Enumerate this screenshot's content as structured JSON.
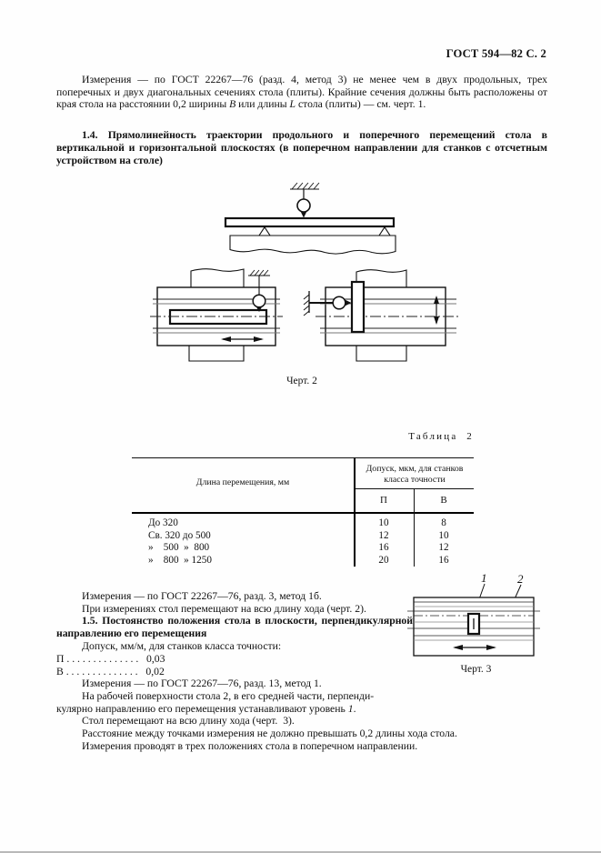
{
  "header": "ГОСТ 594—82 С. 2",
  "para1": {
    "t1": "Измерения — по ГОСТ 22267—76 (разд. 4, метод 3) не менее чем в двух продольных, трех поперечных и двух диагональных сечениях стола (плиты). Крайние сечения должны быть расположены от края стола на расстоянии 0,2 ширины ",
    "b": "В",
    "t2": " или длины ",
    "l": "L",
    "t3": " стола (плиты) — см. черт. 1."
  },
  "para14": "1.4. Прямолинейность траектории продольного и поперечного перемещений стола в вертикальной и горизонтальной плоскостях (в поперечном направлении для станков с отсчетным устройством на столе)",
  "fig2": {
    "caption": "Черт. 2"
  },
  "table2": {
    "label": "Таблица  2",
    "col1_header": "Длина перемещения, мм",
    "grp1": "Допуск, мкм, для станков",
    "grp2": "класса точности",
    "sub_p": "П",
    "sub_v": "В",
    "rows": [
      {
        "range": "До 320",
        "p": "10",
        "v": "8"
      },
      {
        "range": "Св. 320 до 500",
        "p": "12",
        "v": "10"
      },
      {
        "range": "»    500  »  800",
        "p": "16",
        "v": "12"
      },
      {
        "range": "»    800  » 1250",
        "p": "20",
        "v": "16"
      }
    ]
  },
  "sec15": {
    "m1": "Измерения — по ГОСТ 22267—76, разд. 3, метод 1б.",
    "m2": "При измерениях стол перемещают на всю длину хода (черт. 2).",
    "h15": "1.5. Постоянство положения стола в плоскости, перпендикулярной направлению его перемещения",
    "dop": "Допуск, мм/м, для станков класса точности:",
    "p_line": "П . . . . . . . . . . . . . .   0,03",
    "v_line": "В . . . . . . . . . . . . . .   0,02",
    "m3": "Измерения — по ГОСТ 22267—76, разд. 13, метод 1.",
    "m4_line1": "На рабочей поверхности стола 2, в его средней части, перпенди-",
    "m4_line2a": "кулярно направлению его перемещения устанавливают уровень ",
    "m4_italic": "1",
    "m4_line2b": ".",
    "m5": "Стол перемещают на всю длину хода (черт.  3).",
    "m6": "Расстояние между точками измерения не должно превышать 0,2 длины хода стола.",
    "m7": "Измерения проводят в трех положениях стола в поперечном направлении."
  },
  "fig3": {
    "label1": "1",
    "label2": "2",
    "caption": "Черт. 3"
  }
}
